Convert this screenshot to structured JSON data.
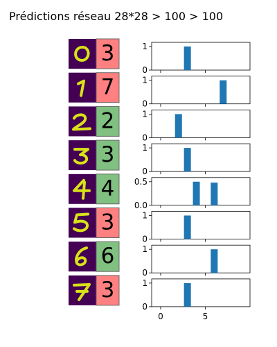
{
  "title": "Prédictions réseau 28*28 > 100 > 100",
  "colors": {
    "image_background": "#440154",
    "digit_stroke": "#d8e219",
    "correct_fill": "#80c080",
    "wrong_fill": "#ff8080",
    "bar": "#1f77b4"
  },
  "chart_data": {
    "type": "bar",
    "xlabel": "",
    "ylabel": "",
    "xlim": [
      -1,
      10
    ],
    "x_ticks": [
      0,
      5
    ],
    "x_tick_labels": [
      "0",
      "5"
    ],
    "rows": [
      {
        "digit": "0",
        "prediction": "3",
        "correct": false,
        "ylim": [
          0,
          1
        ],
        "y_tick_labels": [
          "0",
          "1"
        ],
        "values": [
          0,
          0,
          0,
          1,
          0,
          0,
          0,
          0,
          0,
          0
        ]
      },
      {
        "digit": "1",
        "prediction": "7",
        "correct": false,
        "ylim": [
          0,
          1
        ],
        "y_tick_labels": [
          "0",
          "1"
        ],
        "values": [
          0,
          0,
          0,
          0,
          0,
          0,
          0,
          1,
          0,
          0
        ]
      },
      {
        "digit": "2",
        "prediction": "2",
        "correct": true,
        "ylim": [
          0,
          1
        ],
        "y_tick_labels": [
          "0",
          "1"
        ],
        "values": [
          0,
          0,
          1,
          0,
          0,
          0,
          0,
          0,
          0,
          0
        ]
      },
      {
        "digit": "3",
        "prediction": "3",
        "correct": true,
        "ylim": [
          0,
          1
        ],
        "y_tick_labels": [
          "0",
          "1"
        ],
        "values": [
          0,
          0,
          0,
          1,
          0,
          0,
          0,
          0,
          0,
          0
        ]
      },
      {
        "digit": "4",
        "prediction": "4",
        "correct": true,
        "ylim": [
          0,
          0.5
        ],
        "y_tick_labels": [
          "0.0",
          "0.5"
        ],
        "values": [
          0,
          0,
          0,
          0,
          0.5,
          0,
          0.48,
          0,
          0,
          0
        ]
      },
      {
        "digit": "5",
        "prediction": "3",
        "correct": false,
        "ylim": [
          0,
          1
        ],
        "y_tick_labels": [
          "0",
          "1"
        ],
        "values": [
          0,
          0,
          0,
          1,
          0,
          0,
          0,
          0,
          0,
          0
        ]
      },
      {
        "digit": "6",
        "prediction": "6",
        "correct": true,
        "ylim": [
          0,
          1
        ],
        "y_tick_labels": [
          "0",
          "1"
        ],
        "values": [
          0,
          0,
          0,
          0,
          0,
          0,
          1,
          0,
          0,
          0
        ]
      },
      {
        "digit": "7",
        "prediction": "3",
        "correct": false,
        "ylim": [
          0,
          1
        ],
        "y_tick_labels": [
          "0",
          "1"
        ],
        "values": [
          0,
          0,
          0,
          1,
          0,
          0,
          0,
          0,
          0,
          0
        ]
      }
    ]
  }
}
